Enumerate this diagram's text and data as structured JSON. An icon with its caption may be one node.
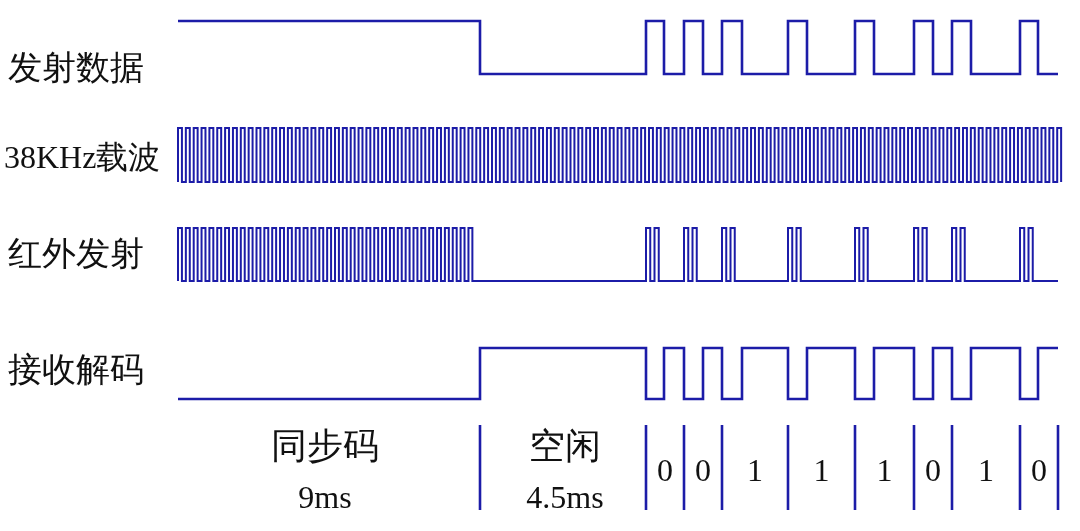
{
  "diagram": {
    "labels": [
      "发射数据",
      "38KHz载波",
      "红外发射",
      "接收解码",
      "同步码",
      "9ms",
      "空闲",
      "4.5ms",
      "0",
      "0",
      "1",
      "1",
      "1",
      "0",
      "1",
      "0"
    ]
  }
}
